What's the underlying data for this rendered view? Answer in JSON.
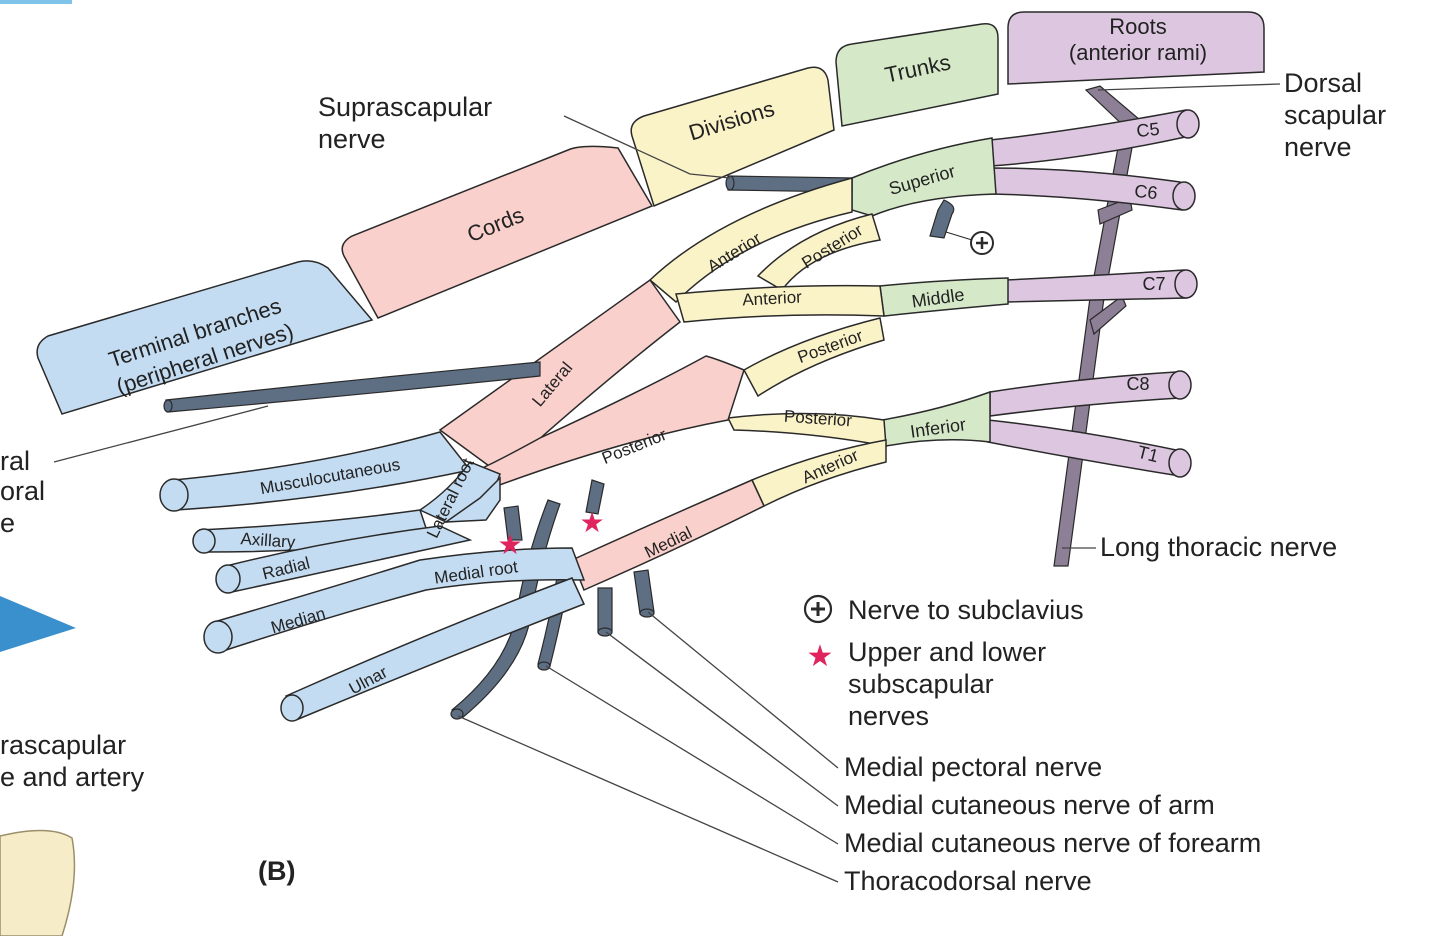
{
  "figure_label": "(B)",
  "headers": {
    "roots_line1": "Roots",
    "roots_line2": "(anterior rami)",
    "trunks": "Trunks",
    "divisions": "Divisions",
    "cords": "Cords",
    "terminal_line1": "Terminal branches",
    "terminal_line2": "(peripheral nerves)"
  },
  "roots": [
    "C5",
    "C6",
    "C7",
    "C8",
    "T1"
  ],
  "trunks": {
    "superior": "Superior",
    "middle": "Middle",
    "inferior": "Inferior"
  },
  "divisions": {
    "sup_anterior": "Anterior",
    "sup_posterior": "Posterior",
    "mid_anterior": "Anterior",
    "mid_posterior": "Posterior",
    "inf_posterior": "Posterior",
    "inf_anterior": "Anterior"
  },
  "cords": {
    "lateral": "Lateral",
    "posterior": "Posterior",
    "medial": "Medial"
  },
  "roots_of_median": {
    "lateral_root": "Lateral root",
    "medial_root": "Medial root"
  },
  "terminal_nerves": {
    "musculocutaneous": "Musculocutaneous",
    "axillary": "Axillary",
    "radial": "Radial",
    "median": "Median",
    "ulnar": "Ulnar"
  },
  "callouts": {
    "suprascapular_line1": "Suprascapular",
    "suprascapular_line2": "nerve",
    "dorsal_line1": "Dorsal",
    "dorsal_line2": "scapular",
    "dorsal_line3": "nerve",
    "long_thoracic": "Long thoracic nerve",
    "medial_pectoral": "Medial pectoral nerve",
    "medial_cut_arm": "Medial cutaneous nerve of arm",
    "medial_cut_forearm": "Medial cutaneous nerve of forearm",
    "thoracodorsal": "Thoracodorsal nerve"
  },
  "legend": {
    "subclavius": "Nerve to subclavius",
    "subscapular_line1": "Upper and lower",
    "subscapular_line2": "subscapular",
    "subscapular_line3": "nerves"
  },
  "left_cut_text": {
    "a1": "ral",
    "a2": "oral",
    "a3": "e",
    "b1": "rascapular",
    "b2": "e and artery"
  },
  "colors": {
    "roots": "#dcc6e0",
    "trunks": "#d5e9c8",
    "divisions": "#fbf3c8",
    "cords": "#f9d0cc",
    "terminal": "#c4dcf2",
    "branch": "#5e6f84",
    "outline": "#2a2a2a",
    "star": "#e0245e"
  }
}
